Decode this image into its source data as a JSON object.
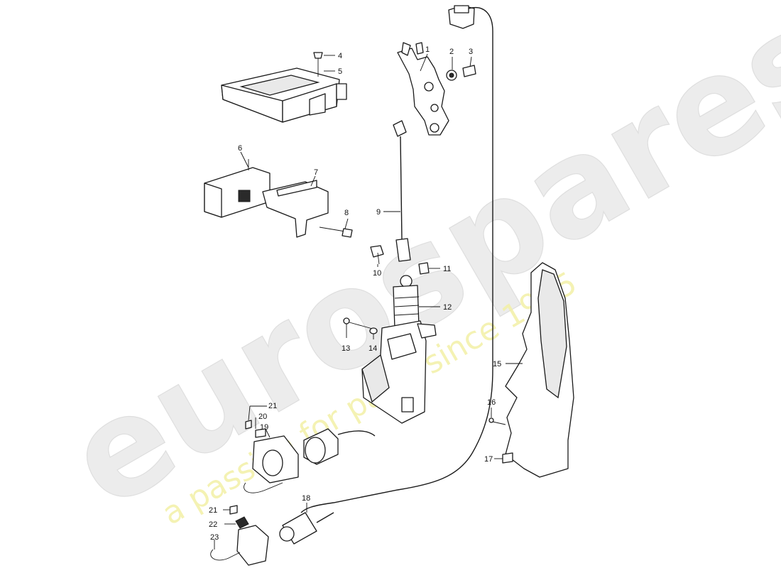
{
  "watermark": {
    "brand": "eurospares",
    "tagline": "a passion for parts since 1985"
  },
  "callouts": [
    "1",
    "2",
    "3",
    "4",
    "5",
    "6",
    "7",
    "8",
    "9",
    "10",
    "11",
    "12",
    "13",
    "14",
    "15",
    "16",
    "17",
    "18",
    "19",
    "20",
    "21",
    "22",
    "23",
    "21"
  ]
}
